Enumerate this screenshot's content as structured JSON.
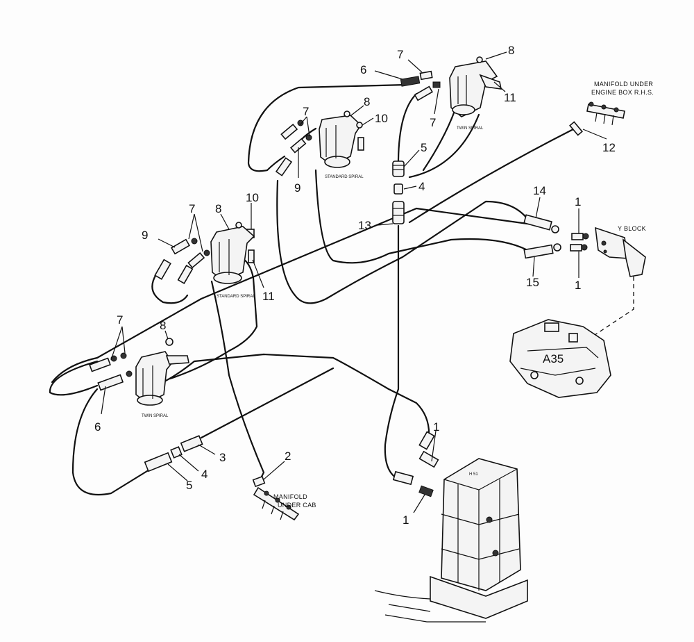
{
  "labels": {
    "manifold_engine_line1": "MANIFOLD UNDER",
    "manifold_engine_line2": "ENGINE BOX R.H.S.",
    "manifold_cab_line1": "MANIFOLD",
    "manifold_cab_line2": "UNDER CAB",
    "y_block": "Y BLOCK",
    "block_code": "A35",
    "twin_spiral": "TWIN SPIRAL",
    "standard_spiral": "STANDARD SPIRAL",
    "column_mark": "H 51"
  },
  "callouts": {
    "c1_top_right_a": "1",
    "c1_top_right_b": "1",
    "c1_bottom_a": "1",
    "c1_bottom_b": "1",
    "c2": "2",
    "c3": "3",
    "c4_center": "4",
    "c4_left": "4",
    "c5_center": "5",
    "c5_left": "5",
    "c6_top": "6",
    "c6_left": "6",
    "c7_top": "7",
    "c7_top_b": "7",
    "c7_mid": "7",
    "c7_left_mid": "7",
    "c7_lower": "7",
    "c8_top": "8",
    "c8_mid": "8",
    "c8_left_mid": "8",
    "c8_lower": "8",
    "c9_mid": "9",
    "c9_left": "9",
    "c10_mid": "10",
    "c10_left": "10",
    "c11_top": "11",
    "c11_left": "11",
    "c12": "12",
    "c13": "13",
    "c14": "14",
    "c15": "15"
  }
}
